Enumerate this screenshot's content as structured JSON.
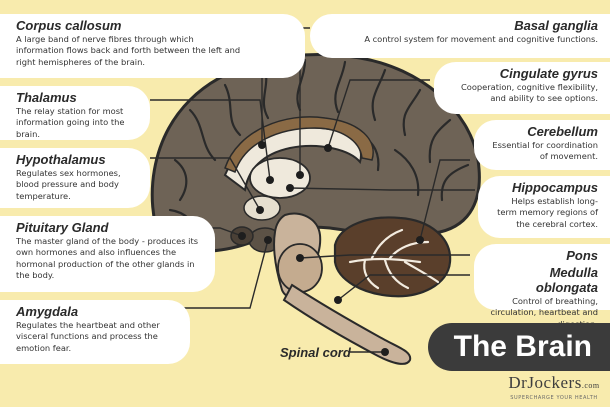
{
  "brain_regions": [
    {
      "title": "Corpus callosum",
      "desc": "A large band of nerve fibres through which information flows back and forth between the left and right hemispheres of the brain."
    },
    {
      "title": "Thalamus",
      "desc": "The relay station for most information going into the brain."
    },
    {
      "title": "Hypothalamus",
      "desc": "Regulates sex hormones, blood pressure and body temperature."
    },
    {
      "title": "Pituitary Gland",
      "desc": "The master gland of the body - produces its own hormones and also influences the hormonal production of the other glands in the body."
    },
    {
      "title": "Amygdala",
      "desc": "Regulates the heartbeat and other visceral functions and process the emotion fear."
    },
    {
      "title": "Basal ganglia",
      "desc": "A control system for movement and cognitive functions."
    },
    {
      "title": "Cingulate gyrus",
      "desc": "Cooperation, cognitive flexibility, and ability to see options."
    },
    {
      "title": "Cerebellum",
      "desc": "Essential for coordination of movement."
    },
    {
      "title": "Hippocampus",
      "desc": "Helps establish long-term memory regions of the cerebral cortex."
    },
    {
      "title": "Pons",
      "desc": ""
    },
    {
      "title": "Medulla oblongata",
      "desc": "Control of breathing, circulation, heartbeat and digestion."
    },
    {
      "title": "Spinal cord",
      "desc": ""
    }
  ],
  "banner": {
    "title": "The Brain"
  },
  "brand": {
    "name": "DrJockers",
    "suffix": ".com",
    "tagline": "SUPERCHARGE YOUR HEALTH"
  },
  "colors": {
    "background": "#f8ebad",
    "card": "#ffffff",
    "brain_gray": "#6e6356",
    "brain_dark": "#4f463c",
    "outline": "#2a2a2a",
    "accent_brown": "#8a6a45",
    "banner": "#3b3b3b"
  }
}
